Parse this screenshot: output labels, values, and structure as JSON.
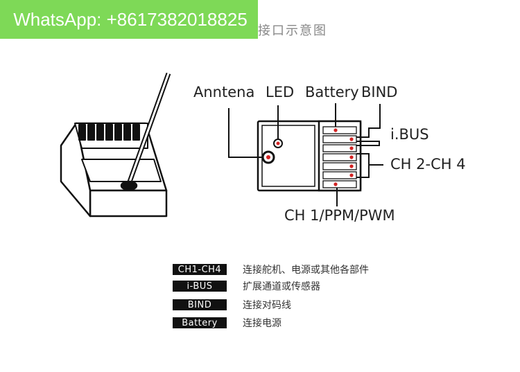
{
  "watermark": {
    "text": "WhatsApp: +8617382018825"
  },
  "title_tail": "接口示意图",
  "labels": {
    "antenna": "Anntena",
    "led": "LED",
    "battery": "Battery",
    "bind": "BIND",
    "ibus": "i.BUS",
    "ch2_4": "CH 2-CH 4",
    "ch1": "CH 1/PPM/PWM"
  },
  "legend": [
    {
      "tag": "CH1-CH4",
      "desc": "连接舵机、电源或其他各部件"
    },
    {
      "tag": "i-BUS",
      "desc": "扩展通道或传感器"
    },
    {
      "tag": "BIND",
      "desc": "连接对码线"
    },
    {
      "tag": "Battery",
      "desc": "连接电源"
    }
  ],
  "colors": {
    "pin_red": "#d22222",
    "watermark_green": "#7ed957",
    "line": "#111111"
  }
}
